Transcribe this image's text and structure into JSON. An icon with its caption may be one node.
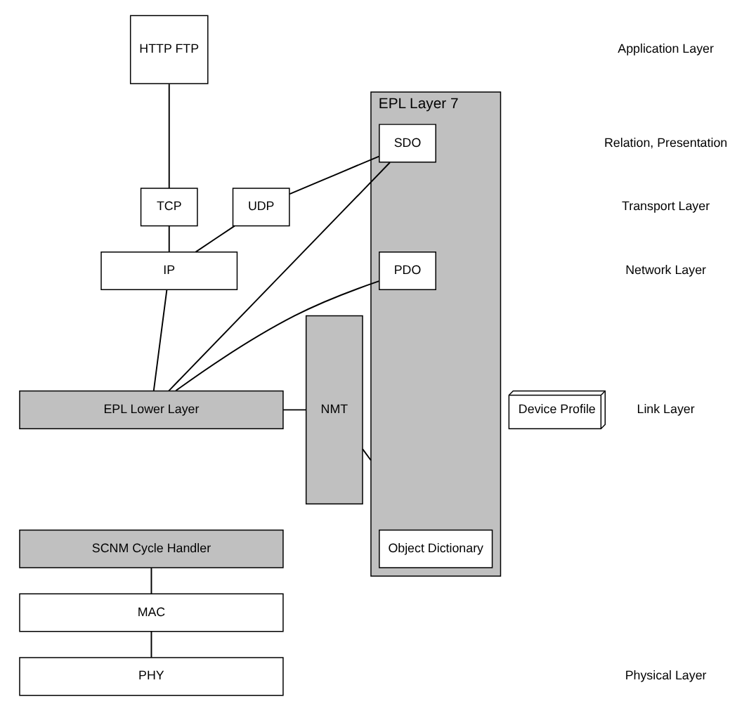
{
  "diagram": {
    "nodes": [
      {
        "text": [
          "Device Profile"
        ]
      },
      {
        "text": [
          "NMT"
        ]
      },
      {
        "text": [
          "EPL Layer 7"
        ]
      },
      {
        "text": [
          "Object Dictionary"
        ],
        "in": 2
      },
      {
        "text": [
          "PDO"
        ],
        "in": 2
      },
      {
        "text": [
          "SDO"
        ],
        "in": 2
      },
      {
        "text": [
          "HTTP FTP"
        ]
      },
      {
        "text": [
          "UDP"
        ]
      },
      {
        "text": [
          "TCP"
        ]
      },
      {
        "text": [
          "IP"
        ]
      },
      {
        "text": [
          "EPL Lower Layer"
        ]
      },
      {
        "text": [
          "SCNM Cycle Handler"
        ]
      },
      {
        "text": [
          "MAC"
        ]
      },
      {
        "text": [
          "PHY"
        ]
      }
    ],
    "edges": [
      {
        "from": 1,
        "to": 2,
        "arrow": "none"
      },
      {
        "from": 1,
        "to": 10,
        "arrow": "none"
      },
      {
        "from": 4,
        "to": 10,
        "arrow": "none"
      },
      {
        "from": 5,
        "to": 10,
        "arrow": "none"
      },
      {
        "from": 5,
        "to": 7,
        "arrow": "none"
      },
      {
        "from": 6,
        "to": 8,
        "arrow": "none"
      },
      {
        "from": 7,
        "to": 9,
        "arrow": "none"
      },
      {
        "from": 8,
        "to": 9,
        "arrow": "none"
      },
      {
        "from": 9,
        "to": 10,
        "arrow": "none"
      },
      {
        "from": 11,
        "to": 12,
        "arrow": "none"
      },
      {
        "from": 12,
        "to": 13,
        "arrow": "none"
      }
    ],
    "labels": [
      "Application Layer",
      "Relation, Presentation",
      "Transport Layer",
      "Network Layer",
      "Link Layer",
      "Physical Layer"
    ]
  }
}
